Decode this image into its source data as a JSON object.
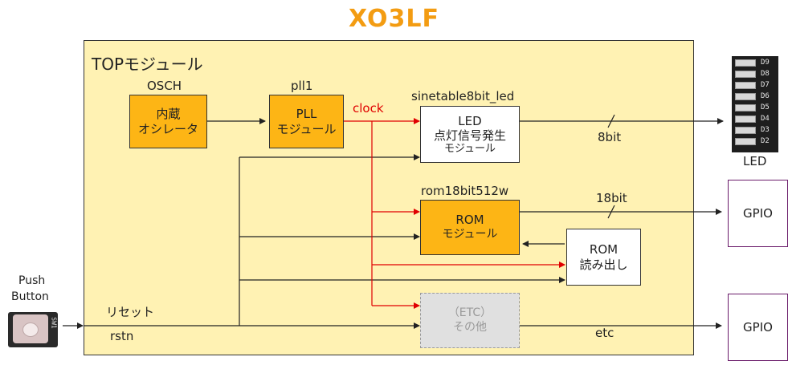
{
  "title": "XO3LF",
  "top_module": {
    "label": "TOPモジュール"
  },
  "blocks": {
    "osch": {
      "instance": "OSCH",
      "line1": "内蔵",
      "line2": "オシレータ"
    },
    "pll": {
      "instance": "pll1",
      "line1": "PLL",
      "line2": "モジュール"
    },
    "led_module": {
      "instance": "sinetable8bit_led",
      "line1": "LED",
      "line2": "点灯信号発生",
      "line3": "モジュール"
    },
    "rom_module": {
      "instance": "rom18bit512w",
      "line1": "ROM",
      "line2": "モジュール"
    },
    "rom_read": {
      "line1": "ROM",
      "line2": "読み出し"
    },
    "etc": {
      "line1": "（ETC）",
      "line2": "その他"
    }
  },
  "signals": {
    "clock": "clock",
    "led_bus": "8bit",
    "rom_bus": "18bit",
    "etc_bus": "etc",
    "reset_jp": "リセット",
    "reset_name": "rstn"
  },
  "external": {
    "led_label": "LED",
    "led_numbers": [
      "D9",
      "D8",
      "D7",
      "D6",
      "D5",
      "D4",
      "D3",
      "D2"
    ],
    "gpio1": "GPIO",
    "gpio2": "GPIO",
    "push_button_line1": "Push",
    "push_button_line2": "Button",
    "switch_marking": "SW1"
  },
  "colors": {
    "title": "#f39c12",
    "module_fill": "#fdb515",
    "top_fill": "#fff2b3",
    "clock_line": "#e00000",
    "gpio_border": "#6a1b6a"
  }
}
